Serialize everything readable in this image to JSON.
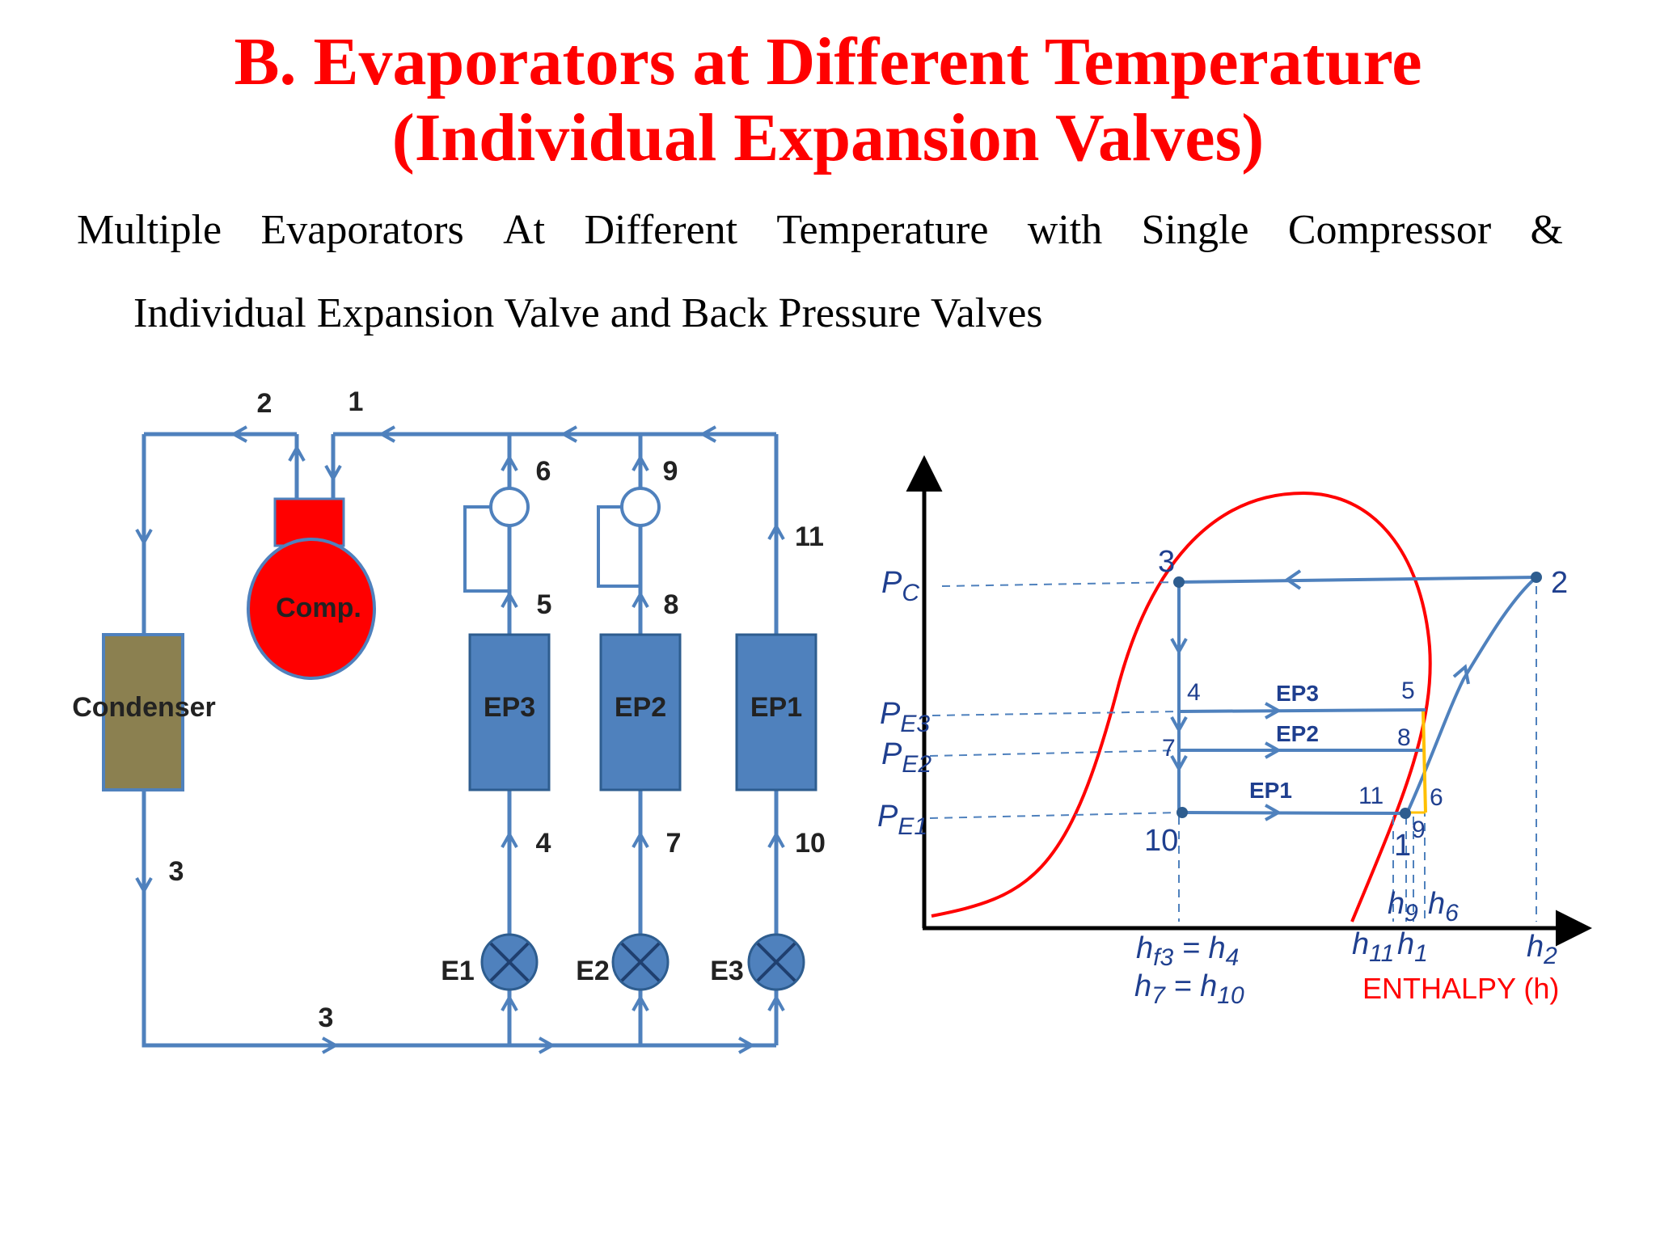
{
  "title": {
    "line1": "B. Evaporators at Different Temperature",
    "line2": "(Individual Expansion Valves)"
  },
  "subtitle": {
    "words_line1": [
      "Multiple",
      "Evaporators",
      "At",
      "Different",
      "Temperature",
      "with",
      "Single",
      "Compressor",
      "&"
    ],
    "line2": "Individual Expansion Valve and Back Pressure Valves"
  },
  "schematic": {
    "compressor": "Comp.",
    "condenser": "Condenser",
    "evaporators": [
      "EP3",
      "EP2",
      "EP1"
    ],
    "expansion_valves": [
      "E1",
      "E2",
      "E3"
    ],
    "state_points": {
      "p1": "1",
      "p2": "2",
      "p3_cond": "3",
      "p3_bottom": "3",
      "p4": "4",
      "p5": "5",
      "p6": "6",
      "p7": "7",
      "p8": "8",
      "p9": "9",
      "p10": "10",
      "p11": "11"
    },
    "colors": {
      "pipe": "#4f81bd",
      "compressor": "#ff0000",
      "condenser": "#8b8050",
      "evaporator": "#4f81bd"
    }
  },
  "ph_diagram": {
    "pressure_labels": {
      "pc": "P",
      "pc_sub": "C",
      "pe3": "P",
      "pe3_sub": "E3",
      "pe2": "P",
      "pe2_sub": "E2",
      "pe1": "P",
      "pe1_sub": "E1"
    },
    "points": {
      "p3": "3",
      "p2": "2",
      "p4": "4",
      "p5": "5",
      "p7": "7",
      "p8": "8",
      "p6": "6",
      "p10": "10",
      "p11": "11",
      "p1": "1",
      "p9": "9"
    },
    "process_labels": [
      "EP3",
      "EP2",
      "EP1"
    ],
    "enthalpy_ticks": {
      "hf3": "h",
      "hf3_sub": "f3",
      "eq1": " = ",
      "h4": "h",
      "h4_sub": "4",
      "h7": "h",
      "h7_sub": "7",
      "eq2": " = ",
      "h10": "h",
      "h10_sub": "10",
      "h11": "h",
      "h11_sub": "11",
      "h1": "h",
      "h1_sub": "1",
      "h9": "h",
      "h9_sub": "9",
      "h6": "h",
      "h6_sub": "6",
      "h2": "h",
      "h2_sub": "2"
    },
    "x_axis_label": "ENTHALPY (h)",
    "colors": {
      "saturation_dome": "#ff0000",
      "process": "#4f81bd",
      "axis": "#000000",
      "highlight": "#ffc000"
    }
  }
}
